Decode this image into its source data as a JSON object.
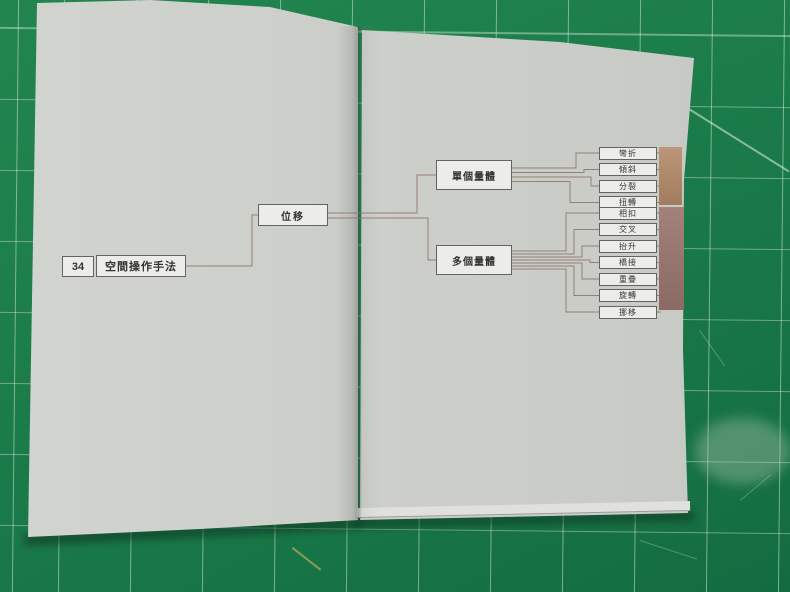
{
  "diagram": {
    "page_number": "34",
    "root_label": "空間操作手法",
    "mid_label": "位移",
    "branches": [
      {
        "label": "單個量體",
        "leaves": [
          "彎折",
          "傾斜",
          "分裂",
          "扭轉"
        ]
      },
      {
        "label": "多個量體",
        "leaves": [
          "相扣",
          "交叉",
          "抬升",
          "橋接",
          "重疊",
          "旋轉",
          "挪移"
        ]
      }
    ],
    "colors": {
      "connector": "#8c7268",
      "box_fill": "#ecedeb",
      "box_border": "#63635f",
      "swatch_top": "#b48a6a",
      "swatch_bottom": "#9c7a71",
      "mat_green": "#1b7c4c"
    }
  }
}
